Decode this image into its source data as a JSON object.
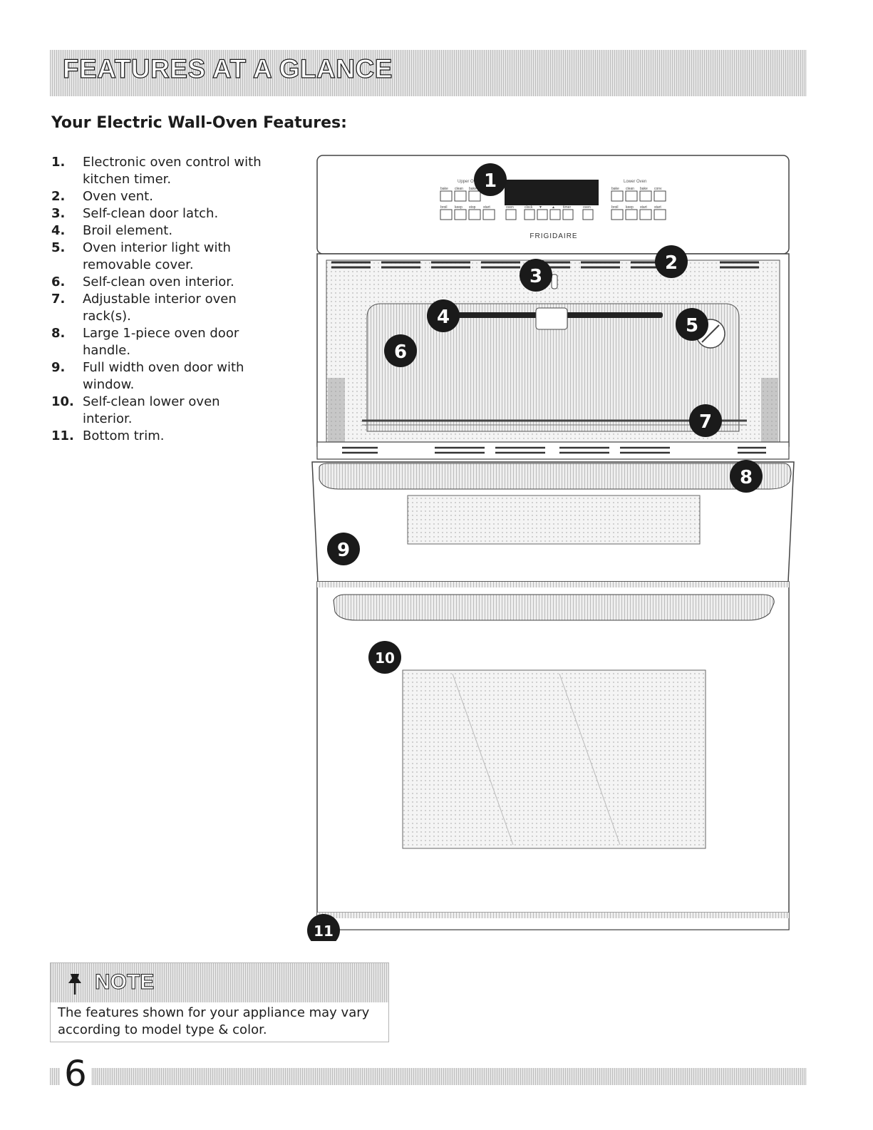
{
  "banner": {
    "title": "FEATURES AT A GLANCE"
  },
  "subtitle": "Your Electric Wall-Oven Features:",
  "features": [
    {
      "num": "1.",
      "text": "Electronic oven control with kitchen timer."
    },
    {
      "num": "2.",
      "text": "Oven vent."
    },
    {
      "num": "3.",
      "text": "Self-clean door latch."
    },
    {
      "num": "4.",
      "text": "Broil element."
    },
    {
      "num": "5.",
      "text": "Oven interior light with removable cover."
    },
    {
      "num": "6.",
      "text": "Self-clean oven interior."
    },
    {
      "num": "7.",
      "text": "Adjustable interior oven rack(s)."
    },
    {
      "num": "8.",
      "text": "Large 1-piece oven door handle."
    },
    {
      "num": "9.",
      "text": "Full width oven door with window."
    },
    {
      "num": "10.",
      "text": "Self-clean lower oven interior."
    },
    {
      "num": "11.",
      "text": "Bottom trim."
    }
  ],
  "diagram": {
    "brand": "FRIGIDAIRE",
    "panel_left_label": "Upper Oven",
    "panel_right_label": "Lower Oven",
    "left_top_keys": [
      "bake",
      "clean",
      "bake"
    ],
    "left_bottom_keys": [
      "broil",
      "keep",
      "stop",
      "start"
    ],
    "mid_keys": [
      "oven",
      "clock",
      "▼",
      "▲",
      "timer",
      "oven"
    ],
    "right_top_keys": [
      "bake",
      "clean",
      "bake",
      "conv"
    ],
    "right_bottom_keys": [
      "broil",
      "keep",
      "start",
      "start"
    ],
    "callouts": [
      "1",
      "2",
      "3",
      "4",
      "5",
      "6",
      "7",
      "8",
      "9",
      "10",
      "11"
    ]
  },
  "note": {
    "title": "NOTE",
    "text": "The features shown for your appliance may vary according to model type & color."
  },
  "page_number": "6",
  "colors": {
    "hatch": "#bdbdbd",
    "line": "#333333",
    "callout": "#1a1a1a"
  }
}
